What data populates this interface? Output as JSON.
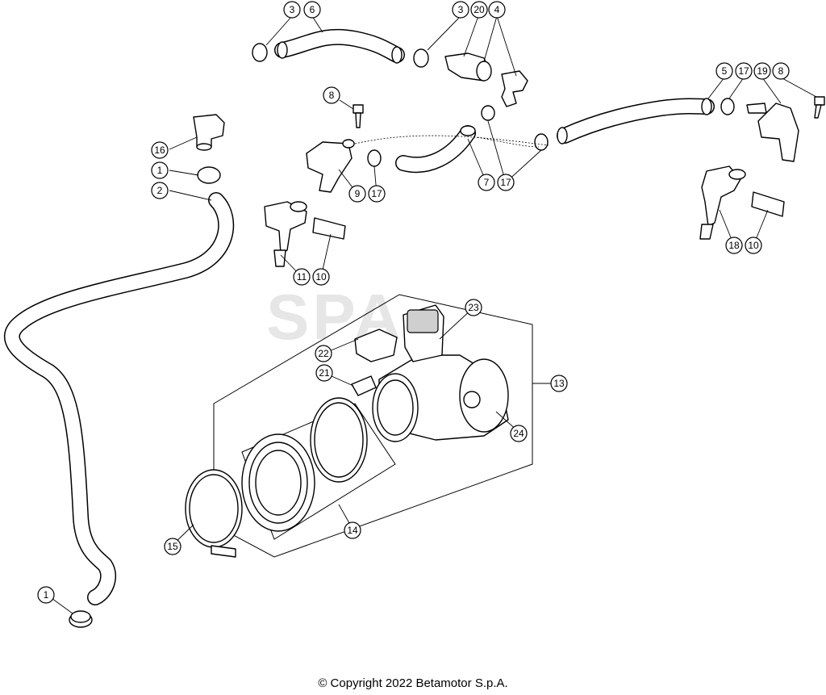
{
  "diagram": {
    "copyright": "© Copyright 2022 Betamotor S.p.A.",
    "callouts": [
      {
        "id": "c3a",
        "label": "3"
      },
      {
        "id": "c6",
        "label": "6"
      },
      {
        "id": "c3b",
        "label": "3"
      },
      {
        "id": "c20",
        "label": "20"
      },
      {
        "id": "c4",
        "label": "4"
      },
      {
        "id": "c5",
        "label": "5"
      },
      {
        "id": "c17a",
        "label": "17"
      },
      {
        "id": "c19",
        "label": "19"
      },
      {
        "id": "c8a",
        "label": "8"
      },
      {
        "id": "c8b",
        "label": "8"
      },
      {
        "id": "c16",
        "label": "16"
      },
      {
        "id": "c1a",
        "label": "1"
      },
      {
        "id": "c2",
        "label": "2"
      },
      {
        "id": "c9",
        "label": "9"
      },
      {
        "id": "c17b",
        "label": "17"
      },
      {
        "id": "c7",
        "label": "7"
      },
      {
        "id": "c17c",
        "label": "17"
      },
      {
        "id": "c11",
        "label": "11"
      },
      {
        "id": "c10a",
        "label": "10"
      },
      {
        "id": "c18",
        "label": "18"
      },
      {
        "id": "c10b",
        "label": "10"
      },
      {
        "id": "c23",
        "label": "23"
      },
      {
        "id": "c22",
        "label": "22"
      },
      {
        "id": "c21",
        "label": "21"
      },
      {
        "id": "c13",
        "label": "13"
      },
      {
        "id": "c24",
        "label": "24"
      },
      {
        "id": "c14",
        "label": "14"
      },
      {
        "id": "c15",
        "label": "15"
      },
      {
        "id": "c1b",
        "label": "1"
      }
    ]
  }
}
